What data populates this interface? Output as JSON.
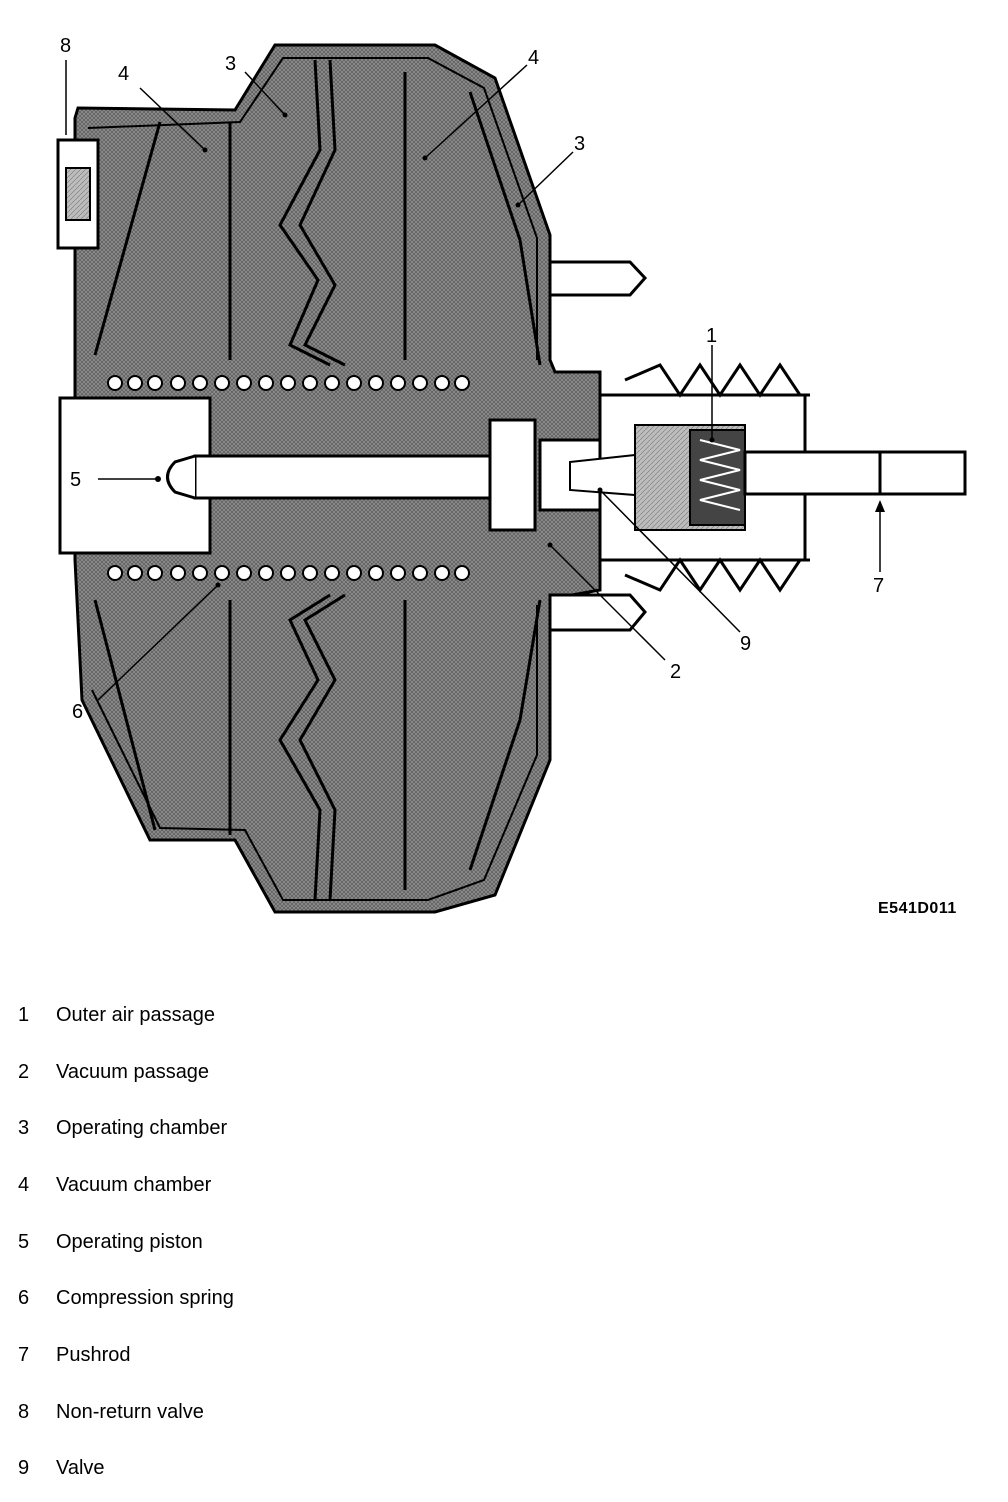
{
  "figure": {
    "code": "E541D011",
    "callouts": [
      "1",
      "2",
      "3",
      "3",
      "4",
      "4",
      "5",
      "6",
      "7",
      "8",
      "9"
    ]
  },
  "legend": [
    {
      "number": "1",
      "label": "Outer air passage"
    },
    {
      "number": "2",
      "label": "Vacuum passage"
    },
    {
      "number": "3",
      "label": "Operating chamber"
    },
    {
      "number": "4",
      "label": "Vacuum chamber"
    },
    {
      "number": "5",
      "label": "Operating piston"
    },
    {
      "number": "6",
      "label": "Compression spring"
    },
    {
      "number": "7",
      "label": "Pushrod"
    },
    {
      "number": "8",
      "label": "Non-return valve"
    },
    {
      "number": "9",
      "label": "Valve"
    }
  ]
}
